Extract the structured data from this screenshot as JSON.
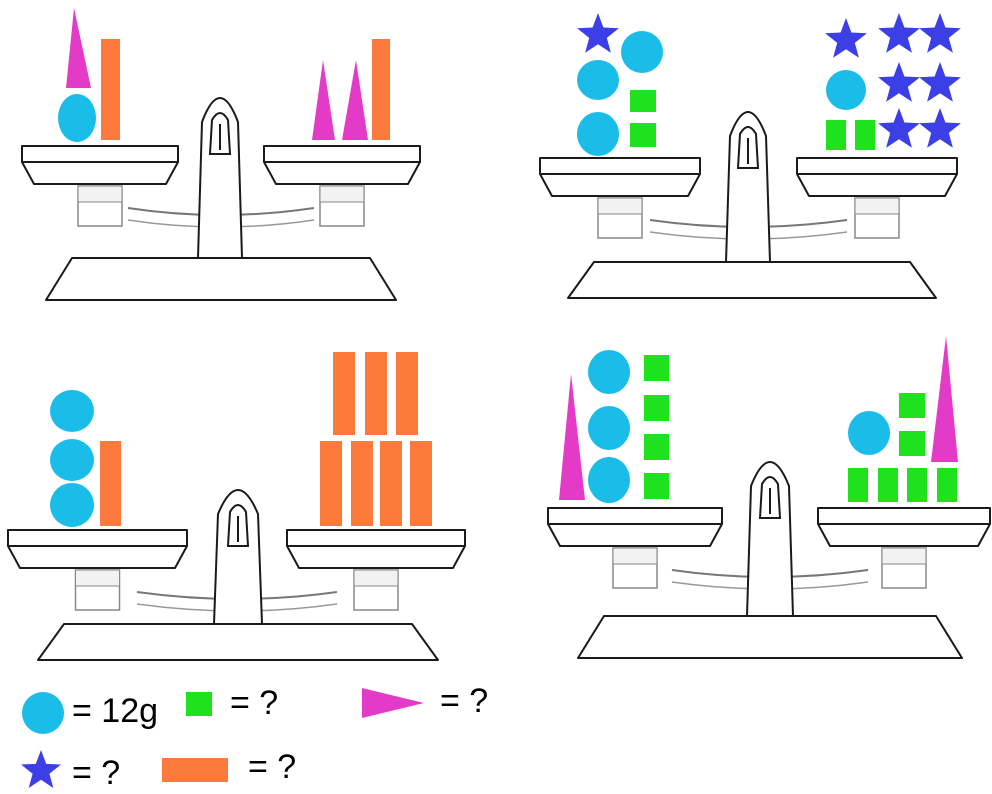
{
  "colors": {
    "circle": "#19bde8",
    "square": "#1fe21f",
    "triangle": "#e43ac8",
    "star": "#3c3ee6",
    "rectangle": "#fb7a3c",
    "outline": "#1a1a1a"
  },
  "shapes": [
    "circle",
    "square",
    "triangle",
    "star",
    "rectangle"
  ],
  "scales": [
    {
      "name": "top-left",
      "left_pan": [
        "circle",
        "triangle",
        "rectangle"
      ],
      "right_pan": [
        "triangle",
        "triangle",
        "rectangle"
      ]
    },
    {
      "name": "top-right",
      "left_pan": [
        "star",
        "circle",
        "circle",
        "circle",
        "square",
        "square"
      ],
      "right_pan": [
        "star",
        "circle",
        "square",
        "square",
        "star",
        "star",
        "star",
        "star",
        "star",
        "star"
      ]
    },
    {
      "name": "bottom-left",
      "left_pan": [
        "circle",
        "circle",
        "circle",
        "rectangle"
      ],
      "right_pan": [
        "rectangle",
        "rectangle",
        "rectangle",
        "rectangle",
        "rectangle",
        "rectangle",
        "rectangle"
      ]
    },
    {
      "name": "bottom-right",
      "left_pan": [
        "triangle",
        "circle",
        "circle",
        "circle",
        "square",
        "square",
        "square",
        "square"
      ],
      "right_pan": [
        "circle",
        "square",
        "square",
        "square",
        "square",
        "square",
        "square",
        "triangle"
      ]
    }
  ],
  "legend": {
    "circle": "= 12g",
    "square": "= ?",
    "triangle": "= ?",
    "star": "= ?",
    "rectangle": "= ?"
  }
}
